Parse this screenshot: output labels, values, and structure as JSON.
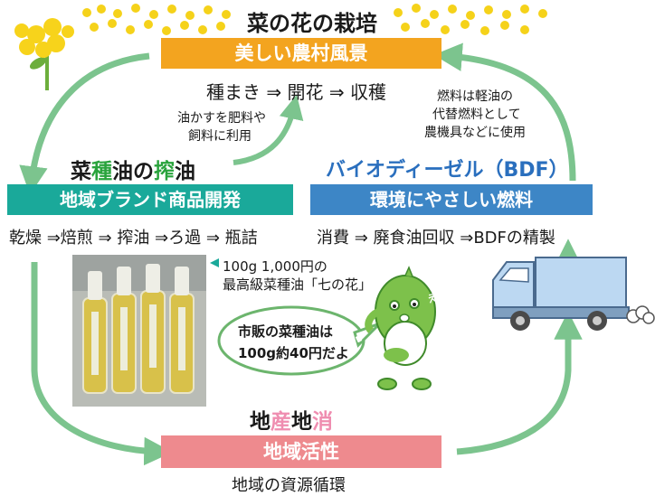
{
  "top": {
    "title": "菜の花の栽培",
    "band": "美しい農村風景",
    "steps": "種まき ⇒ 開花 ⇒ 収穫"
  },
  "left": {
    "title_parts": [
      "菜",
      "種",
      "油の",
      "搾",
      "油"
    ],
    "band": "地域ブランド商品開発",
    "steps": "乾燥 ⇒焙煎 ⇒ 搾油 ⇒ろ過 ⇒ 瓶詰",
    "note_lines": [
      "油かすを肥料や",
      "飼料に利用"
    ]
  },
  "right": {
    "title": "バイオディーゼル（BDF）",
    "band": "環境にやさしい燃料",
    "steps": "消費 ⇒ 廃食油回収 ⇒BDFの精製",
    "note_lines": [
      "燃料は軽油の",
      "代替燃料として",
      "農機具などに使用"
    ]
  },
  "product": {
    "caption_line1": "100g 1,000円の",
    "caption_line2": "最高級菜種油「七の花」"
  },
  "speech": {
    "lines": [
      "市販の菜種油は",
      "100g約40円だよ"
    ],
    "exclaim": "えっ"
  },
  "bottom": {
    "title_parts": [
      "地",
      "産",
      "地",
      "消"
    ],
    "band": "地域活性",
    "caption": "地域の資源循環"
  },
  "colors": {
    "orange": "#f3a41f",
    "teal": "#1aa99a",
    "blue": "#3d86c6",
    "pink": "#ee8a8e",
    "arrow": "#7cc48e",
    "accent_green": "#29a33c",
    "accent_pink": "#ef8db0",
    "title_blue": "#2a6fbe"
  }
}
